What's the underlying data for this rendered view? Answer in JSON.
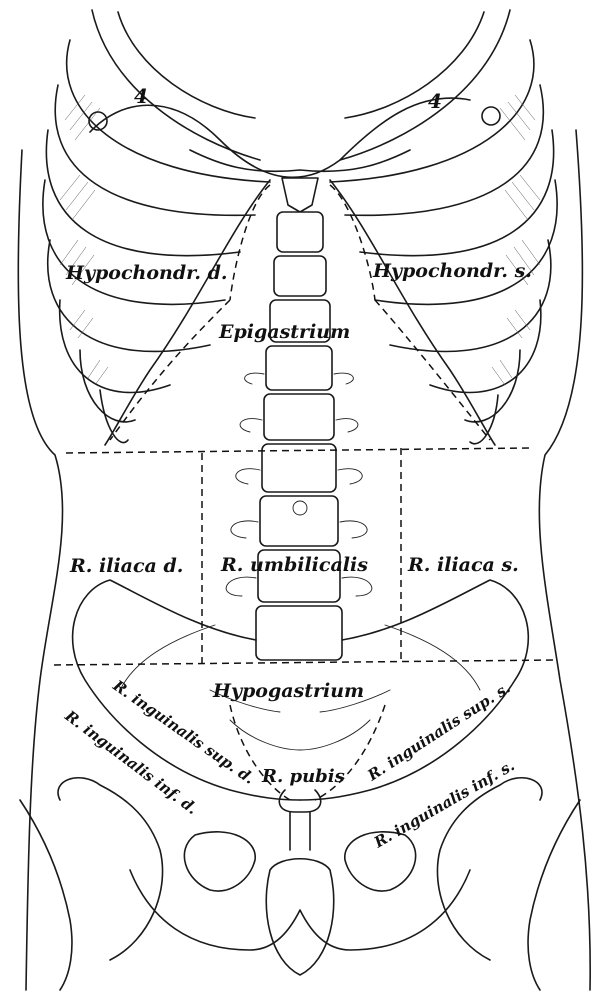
{
  "regions": {
    "hypochondr_d": "Hypochondr. d.",
    "hypochondr_s": "Hypochondr. s.",
    "epigastrium": "Epigastrium",
    "iliaca_d": "R. iliaca d.",
    "umbilicalis": "R. umbilicalis",
    "iliaca_s": "R. iliaca s.",
    "hypogastrium": "Hypogastrium",
    "inguinalis_sup_d": "R. inguinalis sup. d.",
    "inguinalis_inf_d": "R. inguinalis inf. d.",
    "pubis": "R. pubis",
    "inguinalis_sup_s": "R. inguinalis sup. s.",
    "inguinalis_inf_s": "R. inguinalis inf. s."
  },
  "rib_markers": {
    "left": "4",
    "right": "4"
  }
}
